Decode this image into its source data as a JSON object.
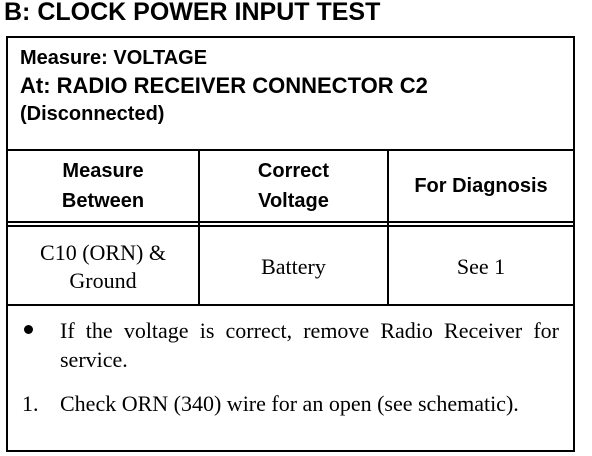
{
  "title": "B: CLOCK POWER INPUT TEST",
  "header": {
    "measure": "Measure: VOLTAGE",
    "at": "At: RADIO RECEIVER CONNECTOR C2",
    "condition": "(Disconnected)"
  },
  "table": {
    "columns": [
      {
        "line1": "Measure",
        "line2": "Between"
      },
      {
        "line1": "Correct",
        "line2": "Voltage"
      },
      {
        "line1": "For Diagnosis",
        "line2": ""
      }
    ],
    "rows": [
      {
        "measure_between": {
          "line1": "C10 (ORN) &",
          "line2": "Ground"
        },
        "correct_voltage": "Battery",
        "for_diagnosis": "See 1"
      }
    ]
  },
  "notes": [
    {
      "marker": "bullet",
      "text": "If the voltage is correct, remove Radio Receiver for service."
    },
    {
      "marker": "1.",
      "text": "Check ORN (340) wire for an open (see schematic)."
    }
  ]
}
